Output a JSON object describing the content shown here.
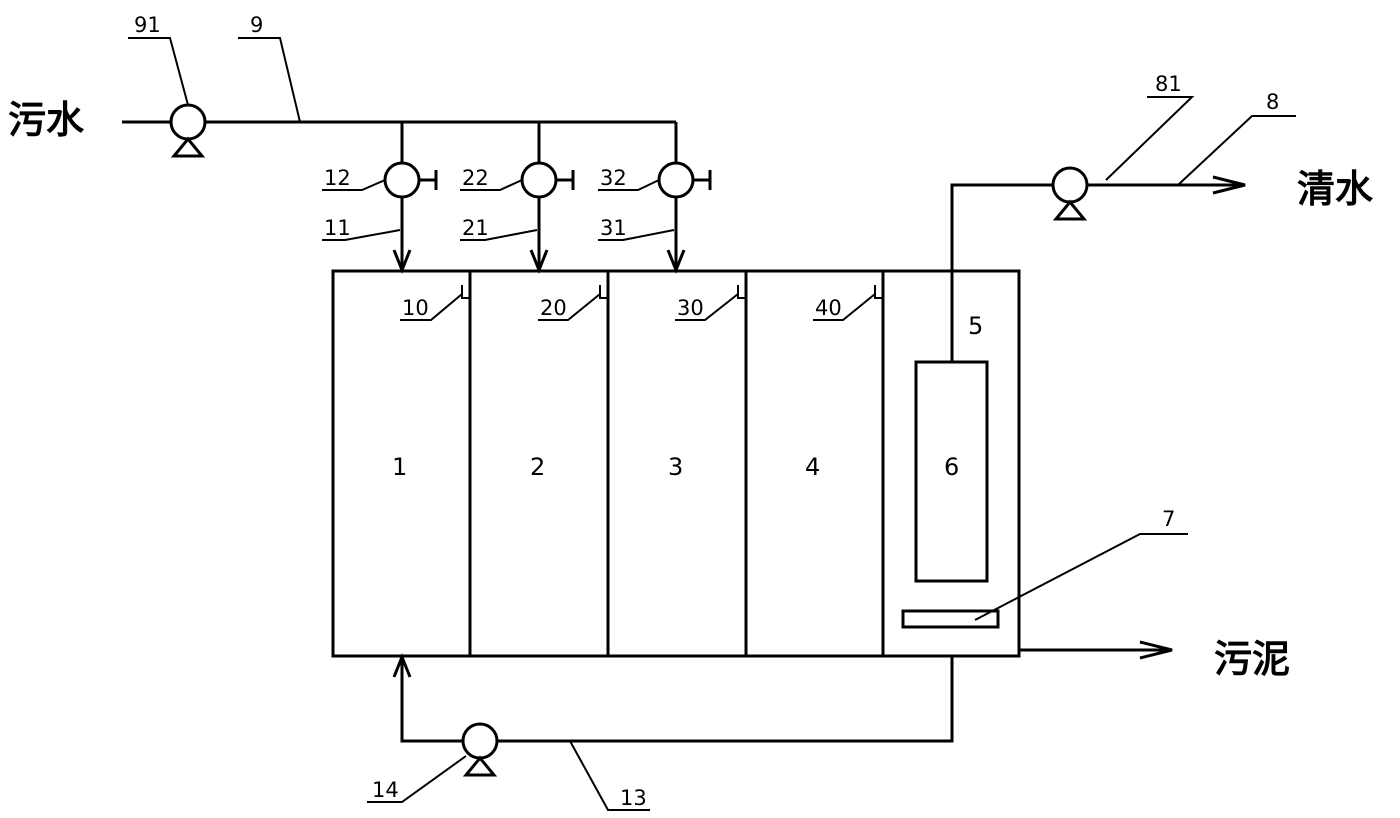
{
  "labels": {
    "inlet": "污水",
    "clean_water": "清水",
    "sludge": "污泥"
  },
  "refs": {
    "r91": "91",
    "r9": "9",
    "r81": "81",
    "r8": "8",
    "r12": "12",
    "r22": "22",
    "r32": "32",
    "r11": "11",
    "r21": "21",
    "r31": "31",
    "r10": "10",
    "r20": "20",
    "r30": "30",
    "r40": "40",
    "r5": "5",
    "r7": "7",
    "r14": "14",
    "r13": "13"
  },
  "chambers": {
    "c1": "1",
    "c2": "2",
    "c3": "3",
    "c4": "4",
    "c6": "6"
  }
}
